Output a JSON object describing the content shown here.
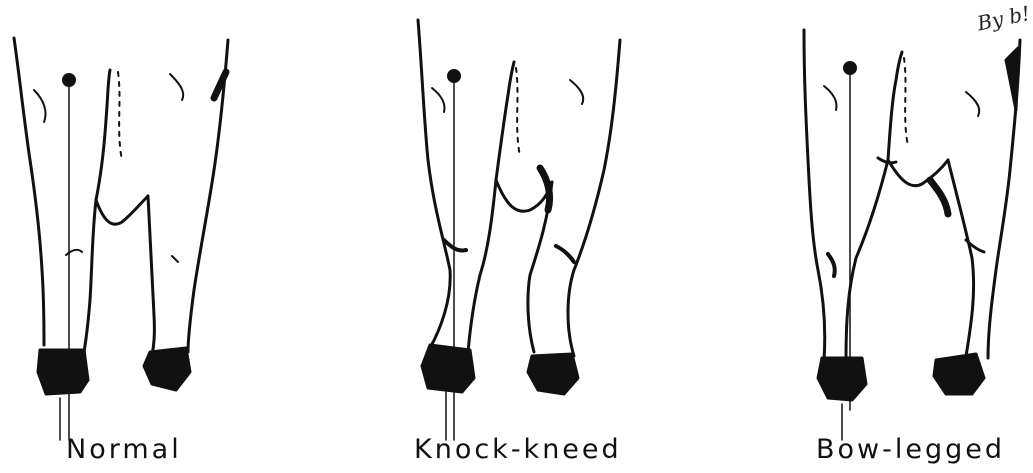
{
  "figures": [
    {
      "label": "Normal"
    },
    {
      "label": "Knock-kneed"
    },
    {
      "label": "Bow-legged"
    }
  ],
  "handwriting": "By b!"
}
